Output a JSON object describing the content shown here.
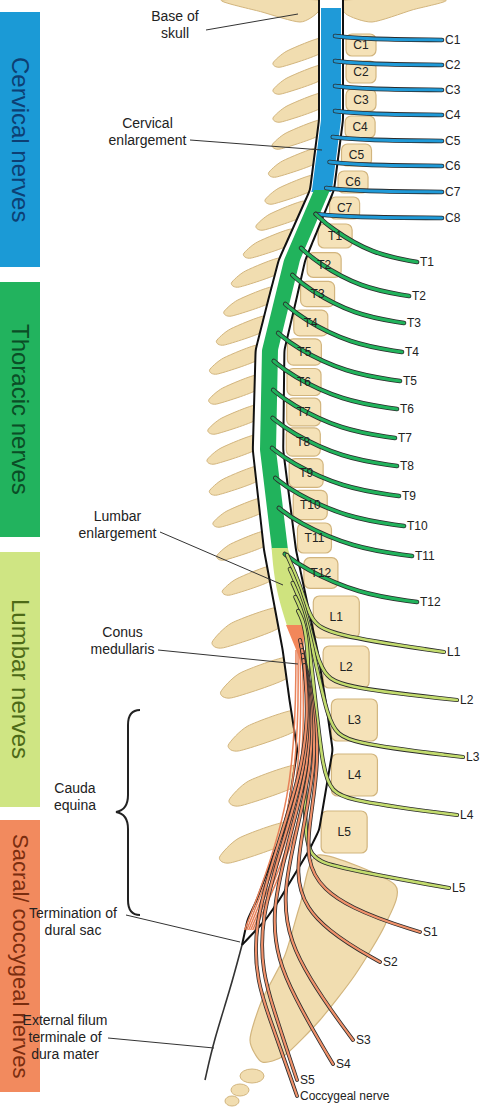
{
  "diagram": {
    "nodes": [
      {
        "text": [
          "Cervical nerves"
        ]
      },
      {
        "text": [
          "Thoracic nerves"
        ]
      },
      {
        "text": [
          "Lumbar nerves"
        ]
      },
      {
        "text": [
          "Sacral/ coccygeal nerves"
        ]
      }
    ],
    "labels": [
      "Base of skull",
      "Cervical enlargement",
      "Lumbar enlargement",
      "Conus medullaris",
      "Cauda equina",
      "Termination of dural sac",
      "External filum terminale of dura mater",
      "C1",
      "C2",
      "C3",
      "C4",
      "C5",
      "C6",
      "C7",
      "T1",
      "T2",
      "T3",
      "T4",
      "T5",
      "T6",
      "T7",
      "T8",
      "T9",
      "T10",
      "T11",
      "T12",
      "L1",
      "L2",
      "L3",
      "L4",
      "L5",
      "C1",
      "C2",
      "C3",
      "C4",
      "C5",
      "C6",
      "C7",
      "C8",
      "T1",
      "T2",
      "T3",
      "T4",
      "T5",
      "T6",
      "T7",
      "T8",
      "T9",
      "T10",
      "T11",
      "T12",
      "L1",
      "L2",
      "L3",
      "L4",
      "L5",
      "S1",
      "S2",
      "S3",
      "S4",
      "S5",
      "Coccygeal nerve"
    ]
  }
}
